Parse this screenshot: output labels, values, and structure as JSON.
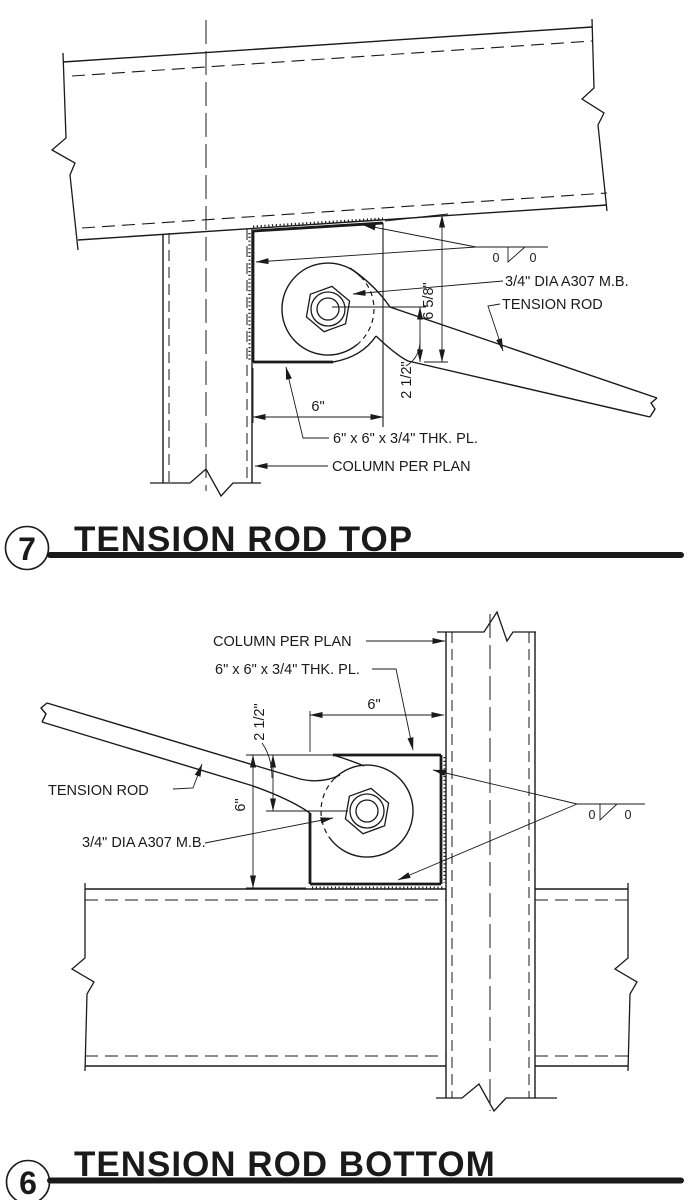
{
  "top_detail": {
    "number": "7",
    "title": "TENSION ROD TOP",
    "labels": {
      "bolt": "3/4\" DIA A307 M.B.",
      "rod": "TENSION ROD",
      "plate": "6\" x 6\" x 3/4\" THK. PL.",
      "column": "COLUMN PER PLAN"
    },
    "dims": {
      "width": "6\"",
      "height": "6 5/8\"",
      "offset": "2 1/2\""
    },
    "weld": {
      "size_left": "0",
      "size_right": "0"
    }
  },
  "bottom_detail": {
    "number": "6",
    "title": "TENSION ROD BOTTOM",
    "labels": {
      "bolt": "3/4\" DIA A307 M.B.",
      "rod": "TENSION ROD",
      "plate": "6\" x 6\" x 3/4\" THK. PL.",
      "column": "COLUMN PER PLAN"
    },
    "dims": {
      "width": "6\"",
      "height": "6\"",
      "offset": "2 1/2\""
    },
    "weld": {
      "size_left": "0",
      "size_right": "0"
    }
  },
  "colors": {
    "ink": "#1a1a1a",
    "background": "#ffffff"
  }
}
